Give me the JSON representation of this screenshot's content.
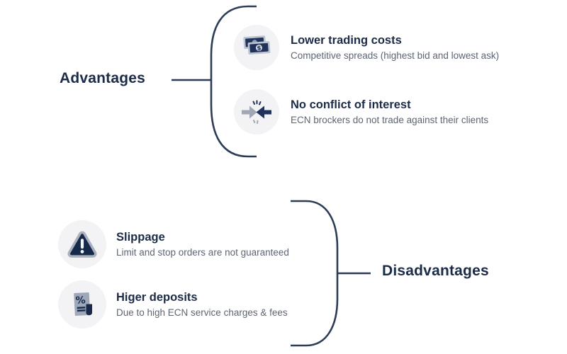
{
  "advantages": {
    "label": "Advantages",
    "items": [
      {
        "icon": "money-banknotes-icon",
        "title": "Lower trading costs",
        "subtitle": "Competitive spreads (highest bid and lowest ask)"
      },
      {
        "icon": "colliding-arrows-icon",
        "title": "No conflict of interest",
        "subtitle": "ECN brockers do not trade against their clients"
      }
    ]
  },
  "disadvantages": {
    "label": "Disadvantages",
    "items": [
      {
        "icon": "warning-triangle-icon",
        "title": "Slippage",
        "subtitle": "Limit and stop orders are not guaranteed"
      },
      {
        "icon": "receipt-charges-icon",
        "title": "Higer deposits",
        "subtitle": "Due to high ECN service charges & fees"
      }
    ]
  },
  "colors": {
    "navy": "#20325a",
    "line": "#2d3c56",
    "title_text": "#1c2b47",
    "subtitle_text": "#5d6573",
    "icon_circle_bg": "#f3f3f5",
    "icon_gray": "#9fa8b4",
    "icon_silver": "#a9b1bd",
    "icon_note_border": "#b9c3d2"
  }
}
